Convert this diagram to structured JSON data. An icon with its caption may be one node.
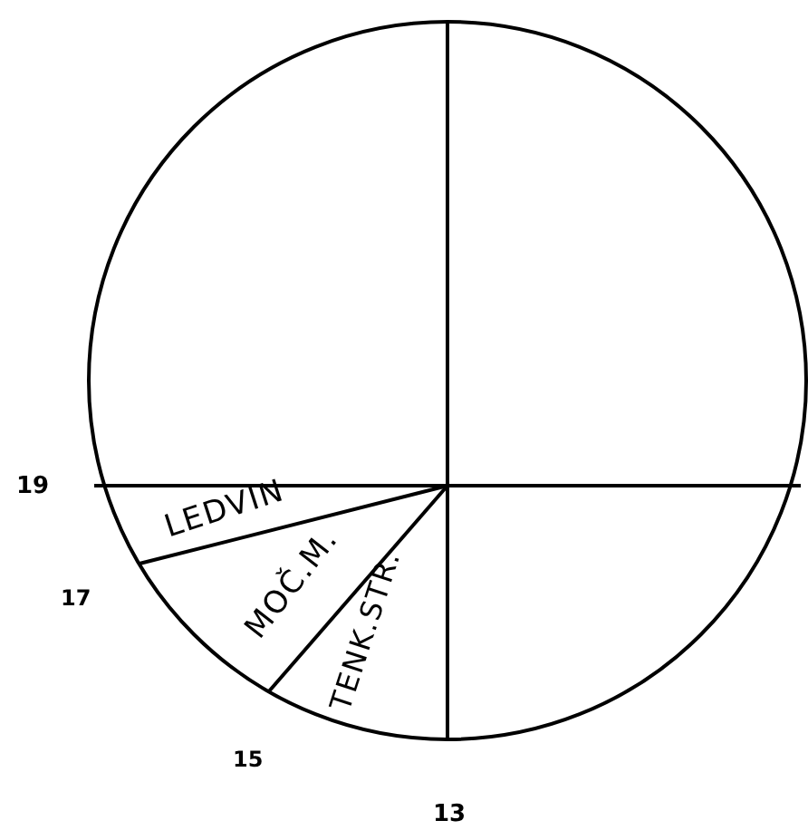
{
  "diagram": {
    "labels": [
      "19",
      "LEDVIN",
      "17",
      "MOČ.M.",
      "TENK.STR.",
      "15",
      "13"
    ]
  }
}
